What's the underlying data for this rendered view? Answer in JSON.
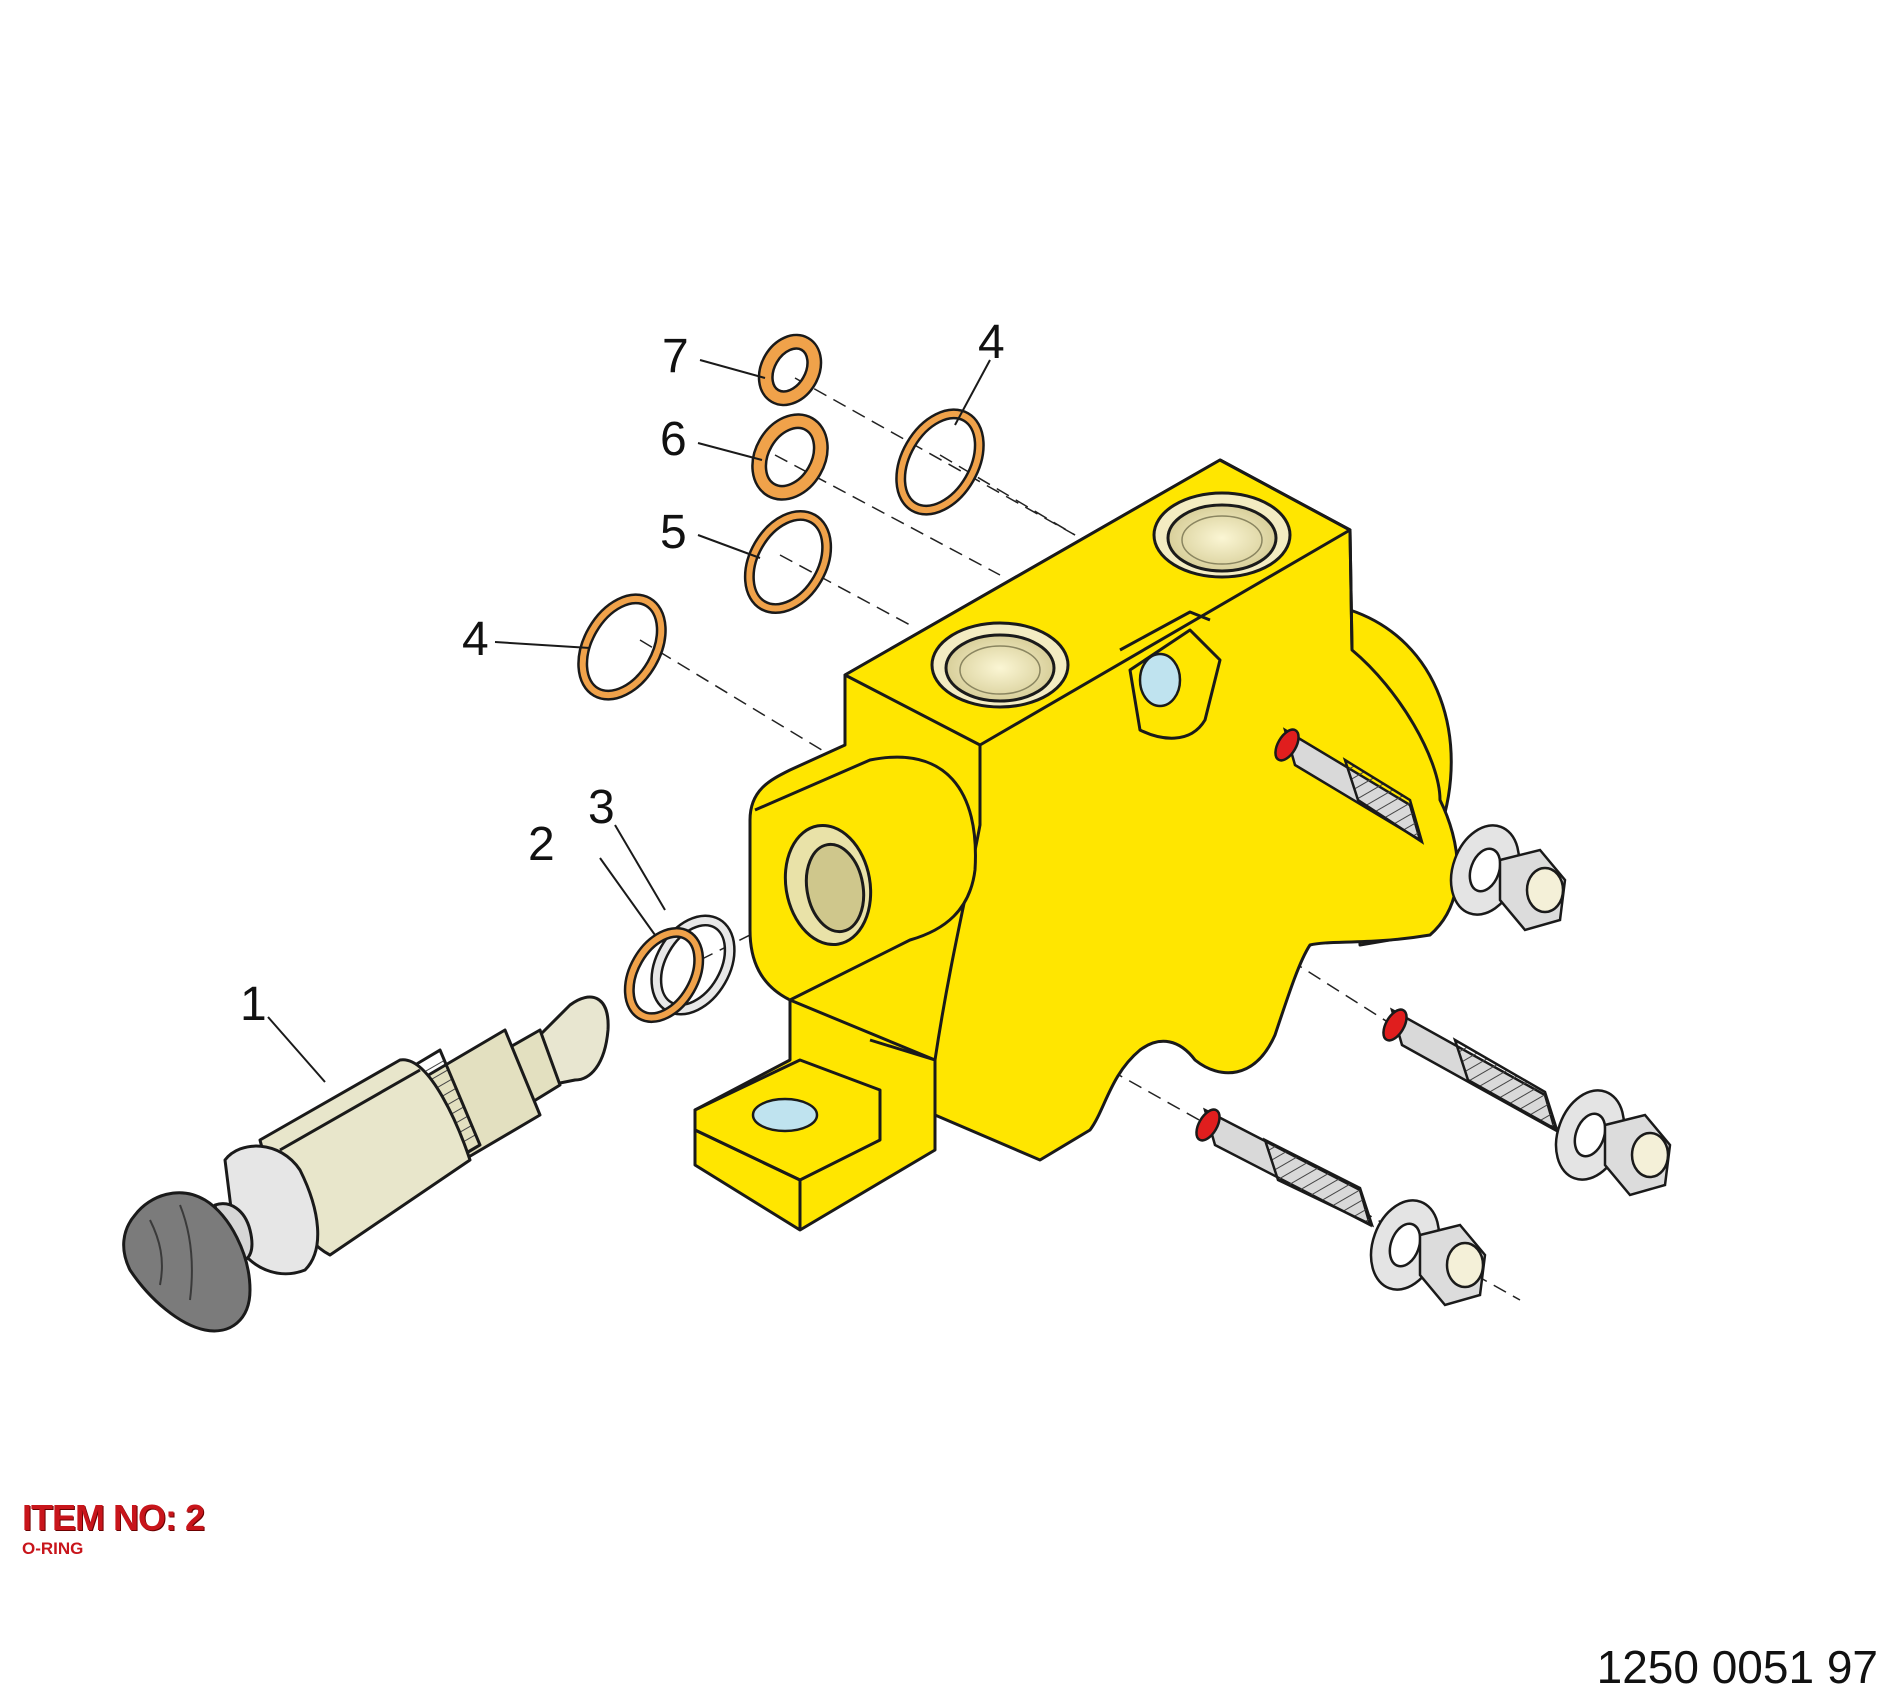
{
  "callouts": {
    "c1": "1",
    "c2": "2",
    "c3": "3",
    "c4a": "4",
    "c4b": "4",
    "c5": "5",
    "c6": "6",
    "c7": "7"
  },
  "item_panel": {
    "title": "ITEM NO: 2",
    "subtitle": "O-RING"
  },
  "document_number": "1250 0051 97",
  "colors": {
    "housing": "#ffe600",
    "o_ring": "#f0a24a",
    "callout_highlight": "#c8151b"
  }
}
